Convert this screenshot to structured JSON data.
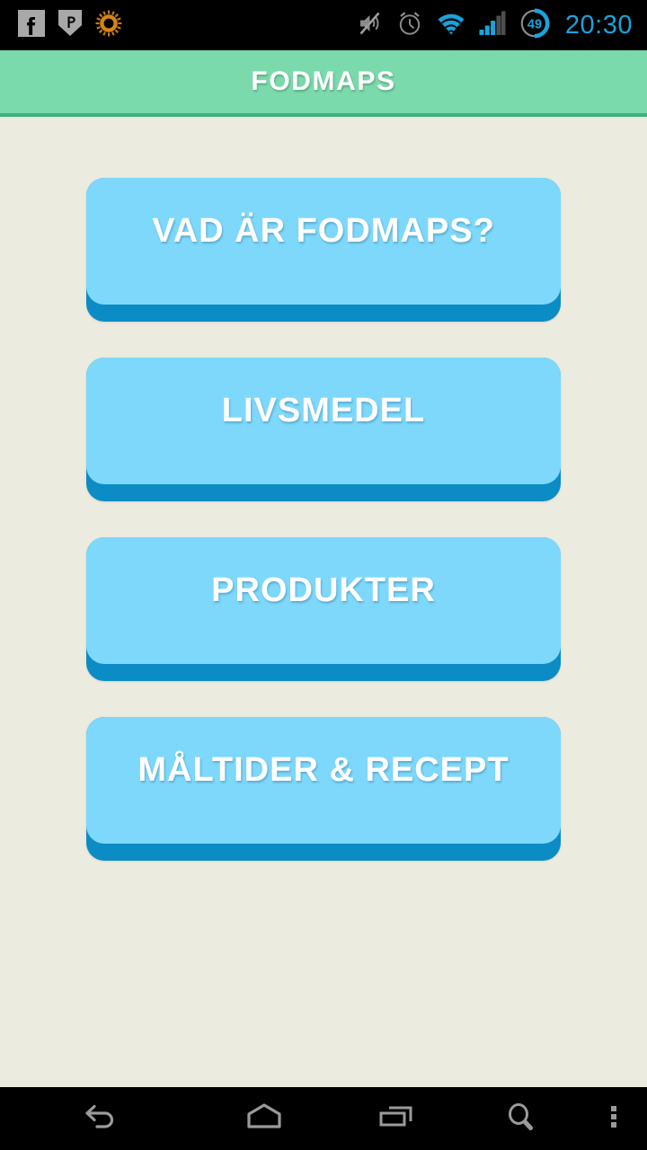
{
  "status_bar": {
    "left_icons": [
      {
        "name": "facebook-icon",
        "glyph": "f"
      },
      {
        "name": "pocket-icon",
        "glyph": "P"
      },
      {
        "name": "sunrise-icon",
        "glyph": "sun"
      }
    ],
    "right_icons": [
      {
        "name": "mute-icon",
        "label": "Sound muted"
      },
      {
        "name": "alarm-icon",
        "label": "Alarm set"
      },
      {
        "name": "wifi-icon",
        "label": "Wi-Fi connected"
      },
      {
        "name": "signal-icon",
        "label": "Cellular signal"
      },
      {
        "name": "battery-icon",
        "label": "Battery"
      }
    ],
    "battery_percent": "49",
    "time": "20:30",
    "colors": {
      "accent": "#18A3DC",
      "background": "#000000",
      "icon_gray": "#9E9E9E"
    }
  },
  "title_bar": {
    "title": "FODMAPS",
    "background": "#7ADAAC",
    "border": "#3FAE7C",
    "text_color": "#FFFFFF"
  },
  "main": {
    "background": "#EBEBDF",
    "buttons": [
      {
        "label": "VAD ÄR FODMAPS?"
      },
      {
        "label": "LIVSMEDEL"
      },
      {
        "label": "PRODUKTER"
      },
      {
        "label": "MÅLTIDER & RECEPT"
      }
    ],
    "button_colors": {
      "face": "#7ED8FB",
      "edge": "#0C8CC4",
      "label": "#FFFFFF"
    }
  },
  "nav_bar": {
    "items": [
      {
        "name": "back-icon",
        "label": "Back"
      },
      {
        "name": "home-icon",
        "label": "Home"
      },
      {
        "name": "recents-icon",
        "label": "Recent apps"
      },
      {
        "name": "search-icon",
        "label": "Search"
      },
      {
        "name": "overflow-menu-icon",
        "label": "More options"
      }
    ],
    "icon_color": "#9A9A9A",
    "background": "#000000"
  }
}
